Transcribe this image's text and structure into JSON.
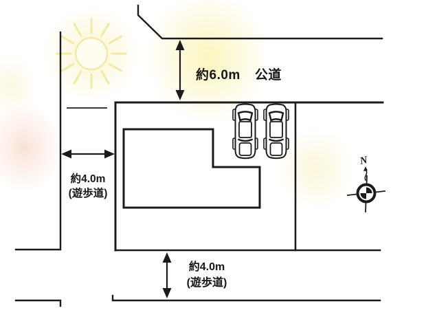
{
  "colors": {
    "line": "#1b1b1b",
    "ink": "#161616",
    "sun_ray": "#f2e9a4",
    "glow_yellow": "#f8f0ba",
    "glow_pink": "#f3bfa8"
  },
  "labels": {
    "road_width": "約6.0m",
    "road_type": "公道",
    "walkway_left_width": "約4.0m",
    "walkway_left_type": "(遊歩道)",
    "walkway_bottom_width": "約4.0m",
    "walkway_bottom_type": "(遊歩道)",
    "compass_north": "N"
  }
}
